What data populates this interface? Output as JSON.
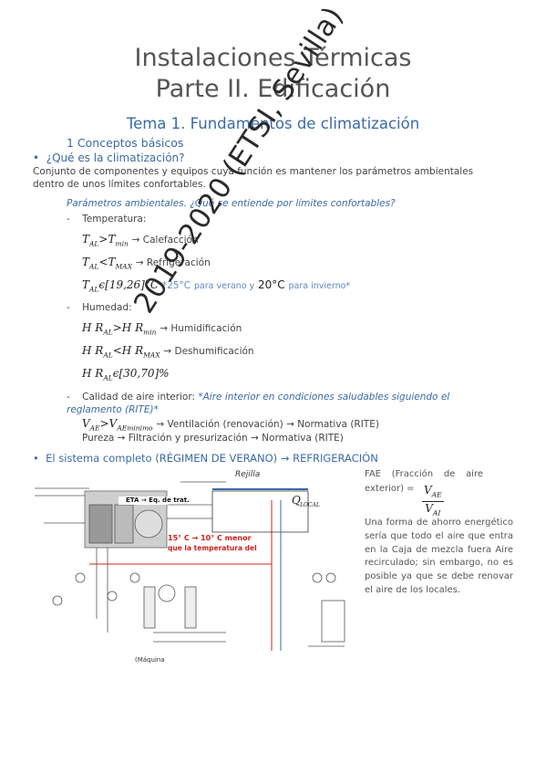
{
  "title_line1": "Instalaciones Térmicas",
  "title_line2": "Parte II. Edificación",
  "subtitle": "Tema 1. Fundamentos de climatización",
  "section": "1   Conceptos básicos",
  "bullet1": "¿Qué es la climatización?",
  "definition": "Conjunto de componentes y equipos cuya función es mantener los parámetros ambientales dentro de unos límites confortables.",
  "params_heading": "Parámetros ambientales. ¿Qué se entiende por límites confortables?",
  "temp_label": "Temperatura:",
  "temp_calef": "→ Calefacción",
  "temp_refrig": "→ Refrigeración",
  "temp_range_note_a": "*25°C",
  "temp_range_note_b": "para verano y",
  "temp_range_note_c": "20°C",
  "temp_range_note_d": "para invierno*",
  "hum_label": "Humedad:",
  "hum_humid": "→ Humidificación",
  "hum_dehumid": "→ Deshumificación",
  "air_label": "Calidad de aire interior:",
  "air_note": "*Aire interior en condiciones saludables siguiendo el reglamento (RITE)*",
  "air_vent": "→ Ventilación (renovación) → Normativa (RITE)",
  "air_pure": "Pureza → Filtración y presurización → Normativa (RITE)",
  "bullet2": "El sistema completo (RÉGIMEN DE VERANO) → REFRIGERACIÓN",
  "fae_label": "FAE (Fracción de aire exterior) =",
  "side_text": "Una forma de ahorro energético sería que todo el aire que entra en la Caja de mezcla fuera Aire recirculado; sin embargo, no es posible ya que se debe renovar el aire de los locales.",
  "watermark": "2019-2020 (ETSI, Sevilla)",
  "diagram": {
    "rejilla": "Rejilla",
    "qlocal": "Q",
    "qlocal_sub": "LOCAL",
    "eta": "ETA → Eq. de trat.",
    "temps": "15° C → 10° C menor",
    "temps2": "que la temperatura del",
    "maquina": "(Máquina"
  },
  "colors": {
    "accent": "#3b6aa8",
    "note": "#5b87c8",
    "red": "#d0201a"
  }
}
